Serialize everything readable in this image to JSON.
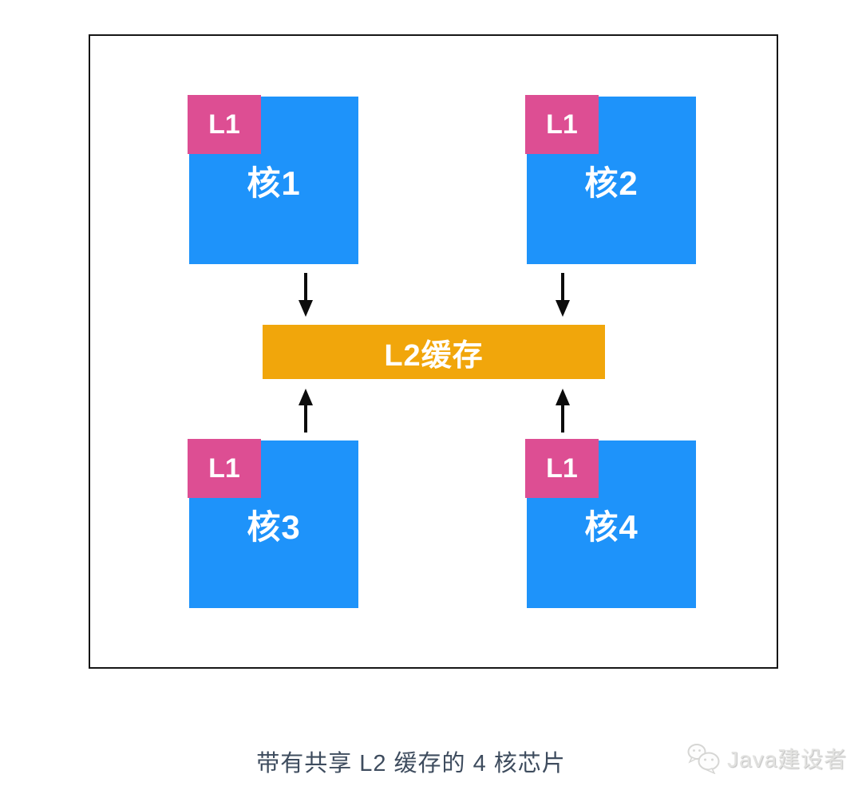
{
  "diagram": {
    "title_context": "4-core chip with shared L2 cache",
    "cores": [
      {
        "id": "core-1",
        "label": "核1",
        "cache_label": "L1"
      },
      {
        "id": "core-2",
        "label": "核2",
        "cache_label": "L1"
      },
      {
        "id": "core-3",
        "label": "核3",
        "cache_label": "L1"
      },
      {
        "id": "core-4",
        "label": "核4",
        "cache_label": "L1"
      }
    ],
    "l2_cache": {
      "label": "L2缓存"
    },
    "arrows": [
      {
        "from": "core-1",
        "to": "l2-cache",
        "direction": "down"
      },
      {
        "from": "core-2",
        "to": "l2-cache",
        "direction": "down"
      },
      {
        "from": "core-3",
        "to": "l2-cache",
        "direction": "up"
      },
      {
        "from": "core-4",
        "to": "l2-cache",
        "direction": "up"
      }
    ],
    "colors": {
      "core_fill": "#1e93fa",
      "l1_fill": "#dd4e93",
      "l2_fill": "#f1a60b",
      "arrow": "#0c0c0c",
      "border": "#161616",
      "caption_text": "#3e4c5e",
      "label_text": "#ffffff",
      "watermark": "#e2e2e0"
    }
  },
  "caption": {
    "text": "带有共享 L2 缓存的 4 核芯片"
  },
  "watermark": {
    "text": "Java建设者",
    "icon": "wechat-icon"
  }
}
